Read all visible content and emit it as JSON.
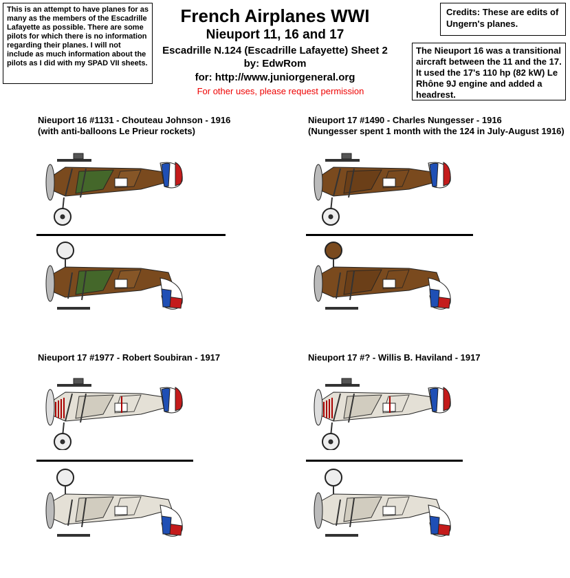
{
  "notes": {
    "left": "This is an attempt to have planes for as many as the members of the Escadrille Lafayette as possible. There are some pilots for which there is no information regarding their planes. I will not include as much information about the pilots as I did with my SPAD VII sheets.",
    "credits": "Credits: These are edits of Ungern's planes.",
    "nieuport16": "The Nieuport 16 was a transitional aircraft between the 11 and the 17. It used the 17's 110 hp (82 kW) Le Rhône 9J engine and added a headrest."
  },
  "header": {
    "title": "French Airplanes WWI",
    "subtitle": "Nieuport 11, 16 and 17",
    "escadrille": "Escadrille N.124 (Escadrille Lafayette)  Sheet 2",
    "byline": "by: EdwRom",
    "website": "for: http://www.juniorgeneral.org",
    "permission": "For other uses, please request permission"
  },
  "planes": [
    {
      "caption": "Nieuport 16 #1131 - Chouteau Johnson - 1916",
      "caption2": "(with anti-balloons Le Prieur rockets)",
      "scheme": "camo",
      "serial": "N 1131"
    },
    {
      "caption": "Nieuport 17 #1490 - Charles Nungesser - 1916",
      "caption2": "(Nungesser spent 1 month with the 124 in July-August 1916)",
      "scheme": "brown",
      "serial": "N 1490"
    },
    {
      "caption": "Nieuport 17 #1977 - Robert Soubiran - 1917",
      "caption2": "",
      "scheme": "silver",
      "serial": "N 1977"
    },
    {
      "caption": "Nieuport 17 #? - Willis B. Haviland - 1917",
      "caption2": "",
      "scheme": "silver",
      "serial": "N ?"
    }
  ],
  "colors": {
    "camo_brown": "#7a4a1e",
    "camo_green": "#3f6b2c",
    "silver": "#e4e0d6",
    "roundel_blue": "#1f4fb5",
    "roundel_red": "#c41b1b",
    "permission_red": "#ee0000"
  }
}
